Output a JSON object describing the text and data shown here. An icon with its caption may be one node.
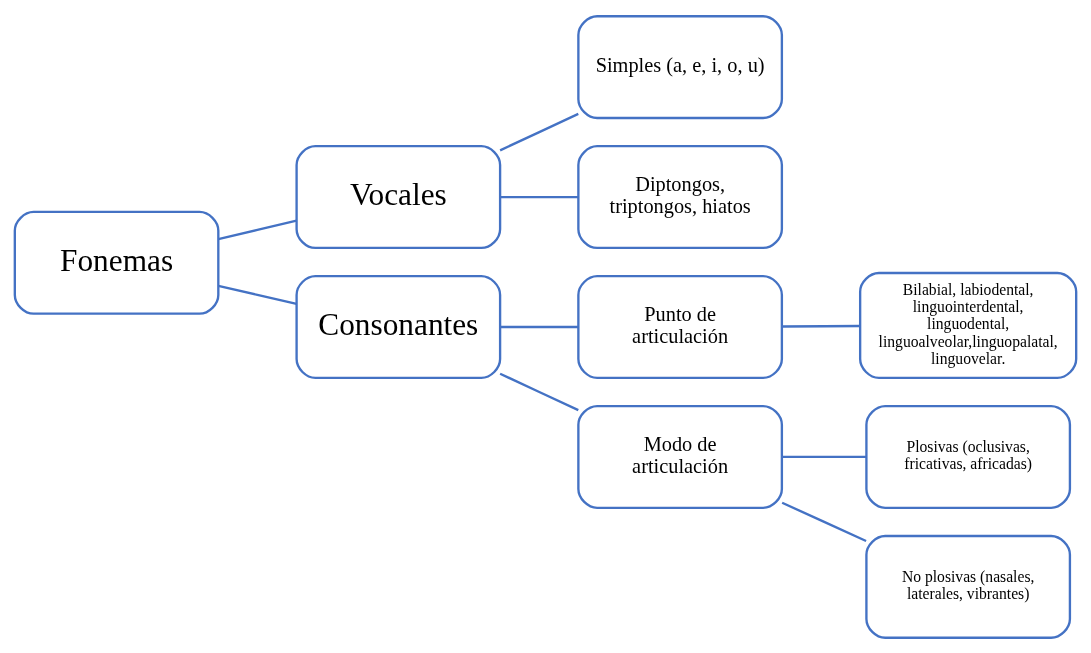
{
  "diagram": {
    "nodes": [
      {
        "text": [
          "Fonemas"
        ]
      },
      {
        "text": [
          "Vocales"
        ]
      },
      {
        "text": [
          "Consonantes"
        ]
      },
      {
        "text": [
          "Simples (a, e, i, o, u)"
        ]
      },
      {
        "text": [
          "Diptongos, triptongos, hiatos"
        ]
      },
      {
        "text": [
          "Punto de articulación"
        ]
      },
      {
        "text": [
          "Bilabial, labiodental, linguointerdental, linguodental, linguoalveolar,linguopalatal, linguovelar."
        ]
      },
      {
        "text": [
          "Modo de articulación"
        ]
      },
      {
        "text": [
          "Plosivas (oclusivas, fricativas, africadas)"
        ]
      },
      {
        "text": [
          "No plosivas (nasales, laterales, vibrantes)"
        ]
      }
    ],
    "edges": [
      {
        "from": 0,
        "to": 1,
        "arrow": "none"
      },
      {
        "from": 0,
        "to": 2,
        "arrow": "none"
      },
      {
        "from": 1,
        "to": 3,
        "arrow": "none"
      },
      {
        "from": 1,
        "to": 4,
        "arrow": "none"
      },
      {
        "from": 2,
        "to": 5,
        "arrow": "none"
      },
      {
        "from": 2,
        "to": 7,
        "arrow": "none"
      },
      {
        "from": 5,
        "to": 6,
        "arrow": "none"
      },
      {
        "from": 7,
        "to": 8,
        "arrow": "none"
      },
      {
        "from": 7,
        "to": 9,
        "arrow": "none"
      }
    ]
  }
}
